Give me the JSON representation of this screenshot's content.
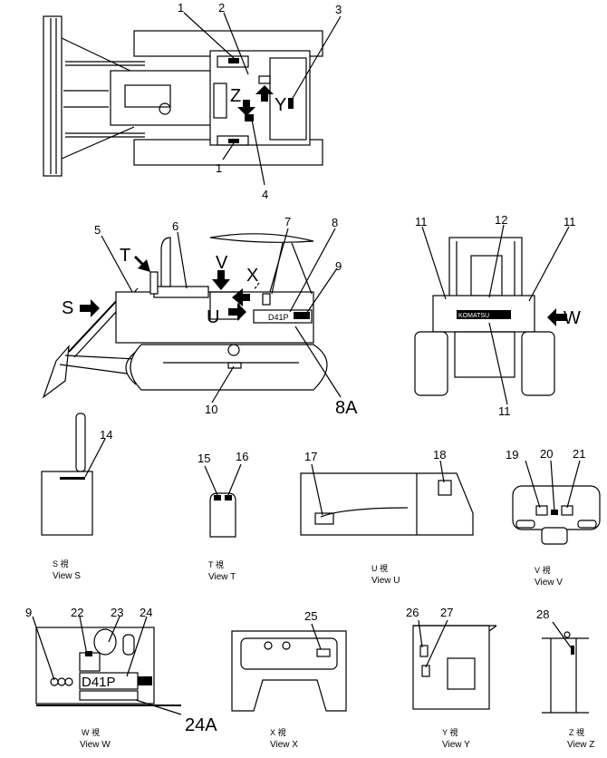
{
  "callouts": [
    "1",
    "2",
    "3",
    "1",
    "4",
    "5",
    "6",
    "7",
    "8",
    "9",
    "10",
    "8A",
    "11",
    "12",
    "11",
    "11",
    "14",
    "15",
    "16",
    "17",
    "18",
    "19",
    "20",
    "21",
    "9",
    "22",
    "23",
    "24",
    "24A",
    "25",
    "26",
    "27",
    "28"
  ],
  "arrows": {
    "z": "Z",
    "y": "Y",
    "t": "T",
    "s": "S",
    "v": "V",
    "x": "X",
    "u": "U",
    "w": "W"
  },
  "decals": {
    "komatsu": "KOMATSU",
    "model": "D41P"
  },
  "views": [
    {
      "jp": "S 視",
      "en": "View S"
    },
    {
      "jp": "T 視",
      "en": "View T"
    },
    {
      "jp": "U 視",
      "en": "View U"
    },
    {
      "jp": "V 視",
      "en": "View V"
    },
    {
      "jp": "W 視",
      "en": "View W"
    },
    {
      "jp": "X 視",
      "en": "View X"
    },
    {
      "jp": "Y 視",
      "en": "View Y"
    },
    {
      "jp": "Z 視",
      "en": "View Z"
    }
  ]
}
